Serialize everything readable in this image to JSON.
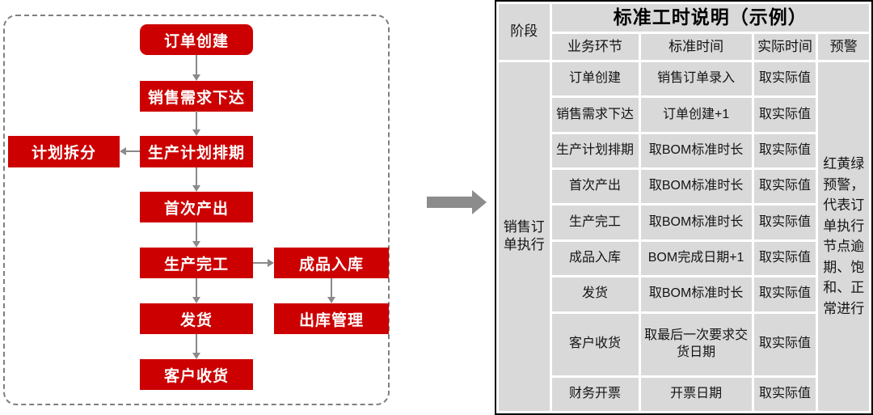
{
  "diagram": {
    "nodes": {
      "order_create": "订单创建",
      "sales_demand": "销售需求下达",
      "plan_split": "计划拆分",
      "production_schedule": "生产计划排期",
      "first_output": "首次产出",
      "production_complete": "生产完工",
      "finished_goods_in": "成品入库",
      "ship": "发货",
      "outbound_mgmt": "出库管理",
      "customer_receipt": "客户收货"
    }
  },
  "table": {
    "title": "标准工时说明（示例）",
    "stage_header": "阶段",
    "headers": {
      "step": "业务环节",
      "standard": "标准时间",
      "actual": "实际时间",
      "warning": "预警"
    },
    "stage_value": "销售订单执行",
    "warning_note": "红黄绿预警，代表订单执行节点逾期、饱和、正常进行",
    "rows": [
      {
        "step": "订单创建",
        "standard": "销售订单录入",
        "actual": "取实际值"
      },
      {
        "step": "销售需求下达",
        "standard": "订单创建+1",
        "actual": "取实际值"
      },
      {
        "step": "生产计划排期",
        "standard": "取BOM标准时长",
        "actual": "取实际值"
      },
      {
        "step": "首次产出",
        "standard": "取BOM标准时长",
        "actual": "取实际值"
      },
      {
        "step": "生产完工",
        "standard": "取BOM标准时长",
        "actual": "取实际值"
      },
      {
        "step": "成品入库",
        "standard": "BOM完成日期+1",
        "actual": "取实际值"
      },
      {
        "step": "发货",
        "standard": "取BOM标准时长",
        "actual": "取实际值"
      },
      {
        "step": "客户收货",
        "standard": "取最后一次要求交货日期",
        "actual": "取实际值"
      },
      {
        "step": "财务开票",
        "standard": "开票日期",
        "actual": "取实际值"
      }
    ]
  },
  "colors": {
    "node_red": "#CC0000",
    "arrow_gray": "#8A8A8A",
    "cell_gray": "#D9D9D9",
    "table_frame": "#000000",
    "dashed_border": "#7F7F7F"
  }
}
